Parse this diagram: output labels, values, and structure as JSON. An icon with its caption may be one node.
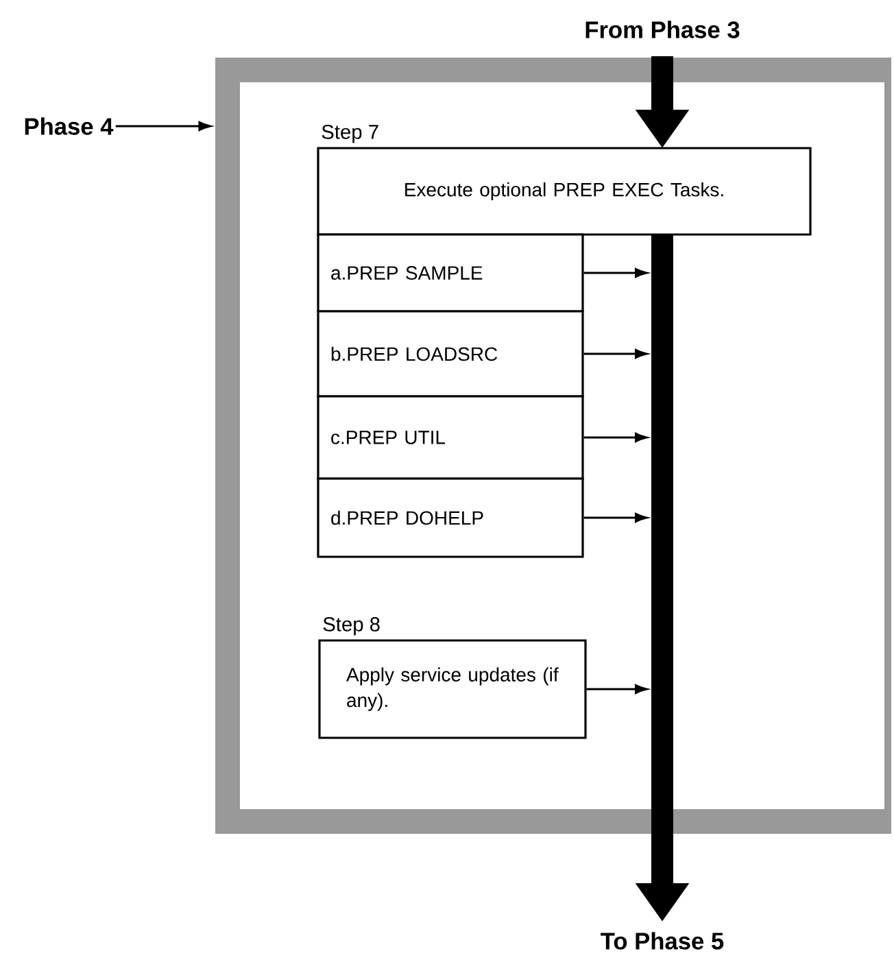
{
  "diagram": {
    "nodes": [
      {
        "text": [],
        "shape": "box"
      },
      {
        "text": [
          "Step 7",
          "Execute optional PREP EXEC Tasks."
        ],
        "in": 0
      },
      {
        "text": [
          "a.PREP SAMPLE"
        ],
        "in": 0
      },
      {
        "text": [
          "b.PREP LOADSRC"
        ],
        "in": 0
      },
      {
        "text": [
          "c.PREP UTIL"
        ],
        "in": 0
      },
      {
        "text": [
          "d.PREP DOHELP"
        ],
        "in": 0
      },
      {
        "text": [
          "Step 8",
          "Apply service updates (if any)."
        ],
        "in": 0
      },
      {
        "text": [
          "From Phase 3"
        ]
      },
      {
        "text": [
          "To Phase 5"
        ]
      },
      {
        "text": [
          "Phase 4"
        ]
      }
    ],
    "edges": [
      {
        "from": 9,
        "to": 0,
        "arrow": "to"
      },
      {
        "from": 7,
        "to": 1,
        "arrow": "to",
        "style": "thick"
      },
      {
        "from": 1,
        "to": 8,
        "arrow": "to",
        "style": "thick"
      },
      {
        "from": 2,
        "to": null,
        "arrow": "to"
      },
      {
        "from": 3,
        "to": null,
        "arrow": "to"
      },
      {
        "from": 4,
        "to": null,
        "arrow": "to"
      },
      {
        "from": 5,
        "to": null,
        "arrow": "to"
      },
      {
        "from": 6,
        "to": null,
        "arrow": "to"
      }
    ]
  }
}
